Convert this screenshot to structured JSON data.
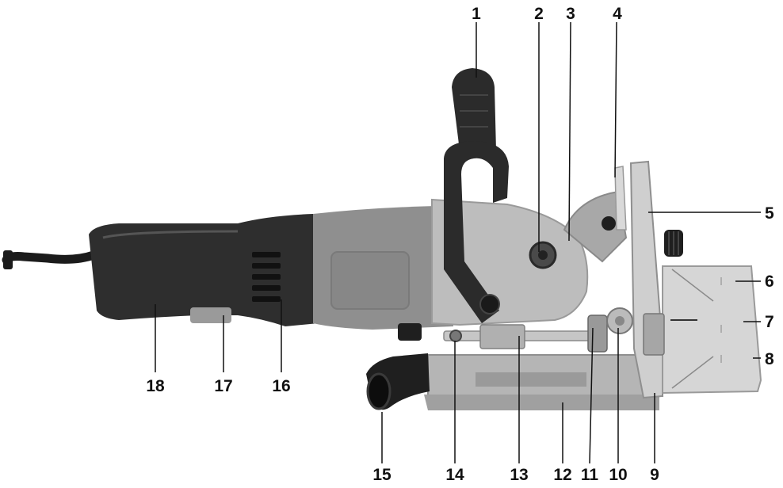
{
  "callouts": [
    "1",
    "2",
    "3",
    "4",
    "5",
    "6",
    "7",
    "8",
    "9",
    "10",
    "11",
    "12",
    "13",
    "14",
    "15",
    "16",
    "17",
    "18"
  ],
  "colors": {
    "body_dark": "#2e2e2e",
    "body_grey": "#8f8f8f",
    "metal": "#b8b8b8",
    "metal_light": "#d4d4d4",
    "line": "#111111"
  }
}
